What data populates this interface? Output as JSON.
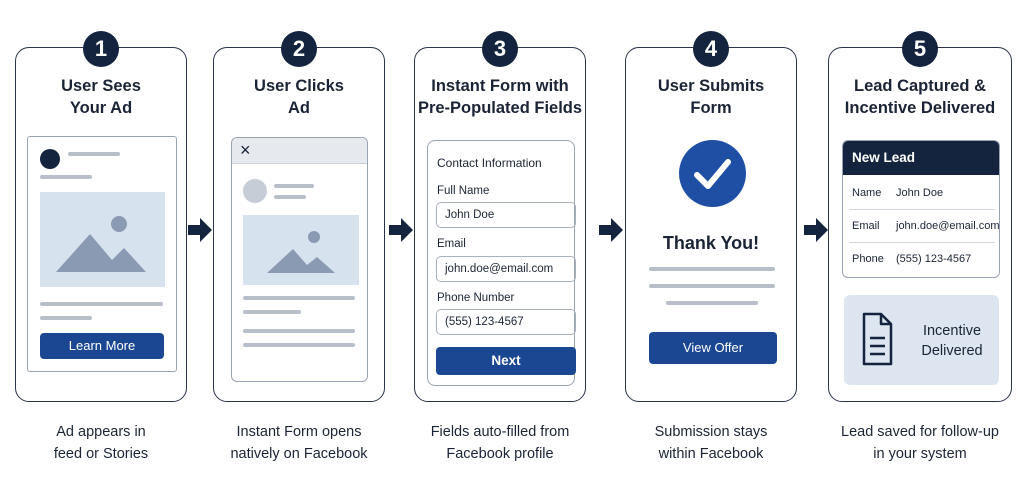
{
  "steps": [
    {
      "number": "1",
      "title_line1": "User Sees",
      "title_line2": "Your Ad",
      "caption_line1": "Ad appears in",
      "caption_line2": "feed or Stories",
      "button": "Learn More"
    },
    {
      "number": "2",
      "title_line1": "User Clicks",
      "title_line2": "Ad",
      "caption_line1": "Instant Form opens",
      "caption_line2": "natively on Facebook",
      "close_glyph": "×"
    },
    {
      "number": "3",
      "title_line1": "Instant Form with",
      "title_line2": "Pre-Populated Fields",
      "caption_line1": "Fields auto-filled from",
      "caption_line2": "Facebook profile",
      "form": {
        "heading": "Contact Information",
        "fields": [
          {
            "label": "Full Name",
            "value": "John Doe"
          },
          {
            "label": "Email",
            "value": "john.doe@email.com"
          },
          {
            "label": "Phone Number",
            "value": "(555) 123-4567"
          }
        ],
        "button": "Next"
      }
    },
    {
      "number": "4",
      "title_line1": "User Submits",
      "title_line2": "Form",
      "caption_line1": "Submission stays",
      "caption_line2": "within Facebook",
      "thank_you": "Thank You!",
      "button": "View Offer"
    },
    {
      "number": "5",
      "title_line1": "Lead Captured &",
      "title_line2": "Incentive Delivered",
      "caption_line1": "Lead saved for follow-up",
      "caption_line2": "in your system",
      "lead": {
        "heading": "New Lead",
        "rows": [
          {
            "key": "Name",
            "value": "John Doe"
          },
          {
            "key": "Email",
            "value": "john.doe@email.com"
          },
          {
            "key": "Phone",
            "value": "(555) 123-4567"
          }
        ]
      },
      "incentive_line1": "Incentive",
      "incentive_line2": "Delivered"
    }
  ],
  "colors": {
    "navy": "#14243f",
    "button_blue": "#1b4792",
    "check_blue": "#1f4fa5",
    "image_bg": "#d7e2ef",
    "placeholder_gray": "#b8bfca",
    "mountain": "#8b9ab3"
  },
  "icons": [
    "arrow-right-icon",
    "image-placeholder-icon",
    "close-icon",
    "checkmark-icon",
    "document-icon"
  ]
}
